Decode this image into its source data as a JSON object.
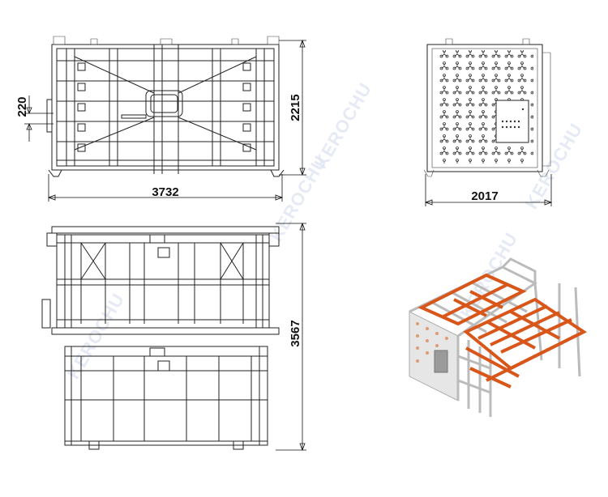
{
  "drawing": {
    "dimensions": {
      "front_width": "3732",
      "front_height": "2215",
      "front_offset": "220",
      "side_width": "2017",
      "top_depth": "3567"
    },
    "watermark": "KEROCHU",
    "colors": {
      "line": "#222222",
      "frame_3d": "#c8c8c8",
      "fork_3d": "#d9561a",
      "control_box": "#9a9a9a"
    },
    "views": [
      "front-view",
      "side-view",
      "top-view",
      "isometric-view"
    ]
  }
}
